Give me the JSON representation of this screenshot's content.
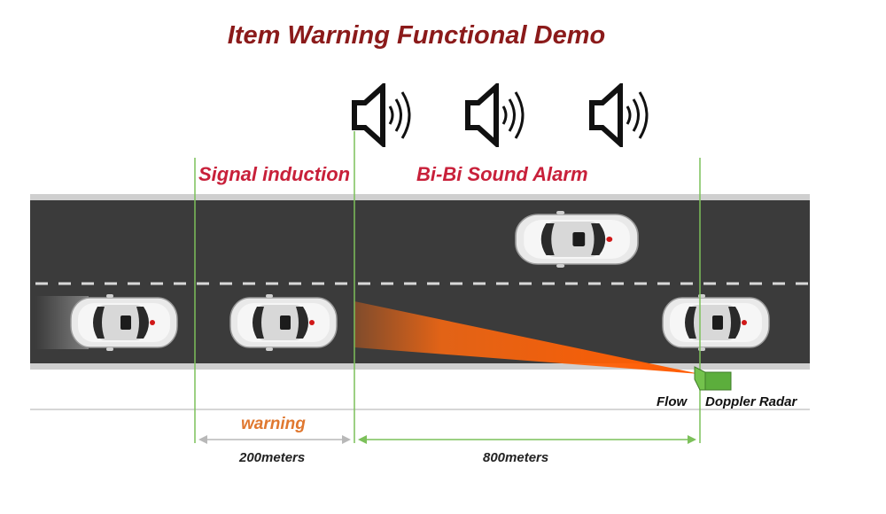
{
  "title": "Item Warning Functional Demo",
  "zones": {
    "signal_induction": "Signal induction",
    "sound_alarm": "Bi-Bi Sound Alarm"
  },
  "measurements": {
    "warning_label": "warning",
    "warning_distance": "200meters",
    "alarm_distance": "800meters"
  },
  "radar": {
    "label_part1": "Flow",
    "label_part2": "Doppler Radar"
  },
  "icons": [
    "speaker-icon",
    "speaker-icon",
    "speaker-icon",
    "car-icon",
    "radar-icon"
  ],
  "colors": {
    "title": "#8b1a1a",
    "zone_text": "#c8203a",
    "warning_text": "#e07830",
    "boundary_lines": "#7cc05a",
    "radar_beam": "#ff6a10",
    "radar_body": "#5cae3c",
    "road": "#3b3b3b"
  }
}
